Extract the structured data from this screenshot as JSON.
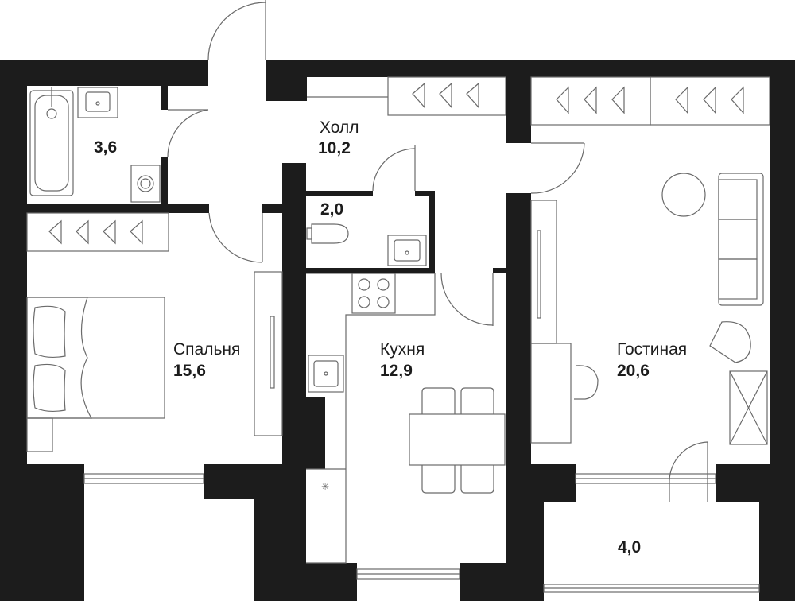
{
  "rooms": {
    "bathroom": {
      "name": "",
      "area": "3,6"
    },
    "hall": {
      "name": "Холл",
      "area": "10,2"
    },
    "wc": {
      "name": "",
      "area": "2,0"
    },
    "bedroom": {
      "name": "Спальня",
      "area": "15,6"
    },
    "kitchen": {
      "name": "Кухня",
      "area": "12,9"
    },
    "living": {
      "name": "Гостиная",
      "area": "20,6"
    },
    "balcony": {
      "name": "",
      "area": "4,0"
    }
  },
  "colors": {
    "wall": "#1c1c1c",
    "line": "#6a6a6a",
    "background": "#ffffff"
  },
  "icons": [
    "hanger-icon",
    "bathtub-icon",
    "sink-icon",
    "washing-machine-icon",
    "toilet-icon",
    "stove-icon",
    "bed-icon",
    "sofa-icon",
    "armchair-icon",
    "table-icon",
    "chair-icon",
    "door-icon",
    "window-icon"
  ]
}
